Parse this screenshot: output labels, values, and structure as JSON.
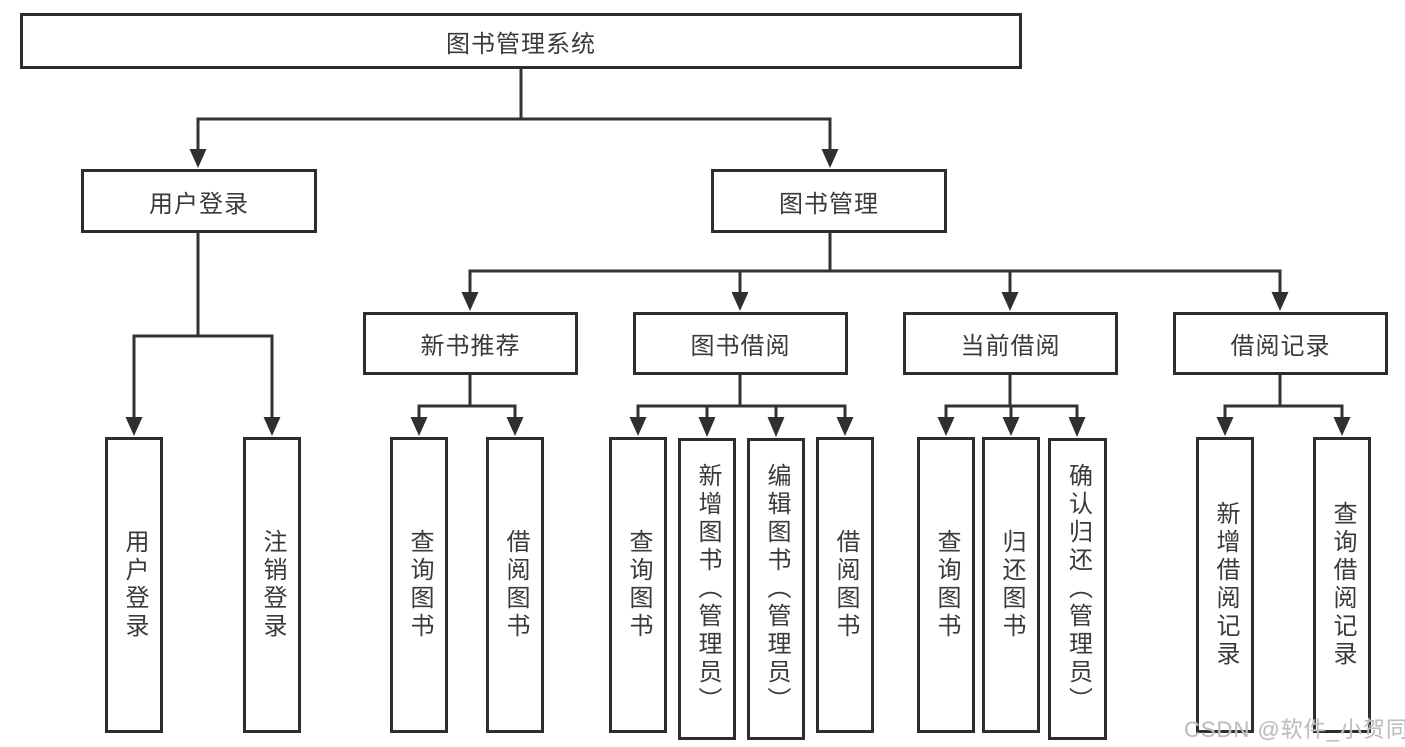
{
  "diagram": {
    "label": "图书管理系统",
    "children": [
      {
        "label": "用户登录",
        "children": [
          {
            "label": "用户登录"
          },
          {
            "label": "注销登录"
          }
        ]
      },
      {
        "label": "图书管理",
        "children": [
          {
            "label": "新书推荐",
            "children": [
              {
                "label": "查询图书"
              },
              {
                "label": "借阅图书"
              }
            ]
          },
          {
            "label": "图书借阅",
            "children": [
              {
                "label": "查询图书"
              },
              {
                "label": "新增图书（管理员）"
              },
              {
                "label": "编辑图书（管理员）"
              },
              {
                "label": "借阅图书"
              }
            ]
          },
          {
            "label": "当前借阅",
            "children": [
              {
                "label": "查询图书"
              },
              {
                "label": "归还图书"
              },
              {
                "label": "确认归还（管理员）"
              }
            ]
          },
          {
            "label": "借阅记录",
            "children": [
              {
                "label": "新增借阅记录"
              },
              {
                "label": "查询借阅记录"
              }
            ]
          }
        ]
      }
    ]
  },
  "watermark": {
    "text": "CSDN @软件_小贺同学"
  },
  "colors": {
    "line": "#333333",
    "box_border": "#2d2d2d",
    "text": "#3a3a3a",
    "background": "#ffffff",
    "watermark": "#bdbdbd"
  }
}
